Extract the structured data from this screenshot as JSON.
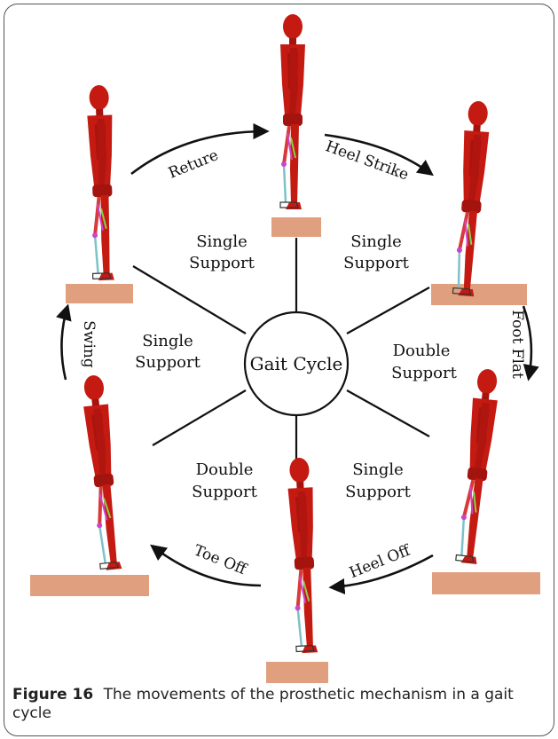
{
  "center_label": "Gait Cycle",
  "phase_labels": [
    {
      "line1": "Single",
      "line2": "Support"
    },
    {
      "line1": "Single",
      "line2": "Support"
    },
    {
      "line1": "Double",
      "line2": "Support"
    },
    {
      "line1": "Single",
      "line2": "Support"
    },
    {
      "line1": "Double",
      "line2": "Support"
    },
    {
      "line1": "Single",
      "line2": "Support"
    }
  ],
  "transitions": {
    "heel_strike": "Heel Strike",
    "foot_flat": "Foot Flat",
    "heel_off": "Heel Off",
    "toe_off": "Toe Off",
    "swing": "Swing",
    "return": "Reture"
  },
  "colors": {
    "body": "#c41a12",
    "body_dark": "#8e0d08",
    "ground": "#e0a080",
    "prosthesis": "#7ec2c8",
    "arrow": "#111111"
  },
  "caption": {
    "label": "Figure 16",
    "text": "The movements of the prosthetic mechanism in a gait cycle"
  }
}
